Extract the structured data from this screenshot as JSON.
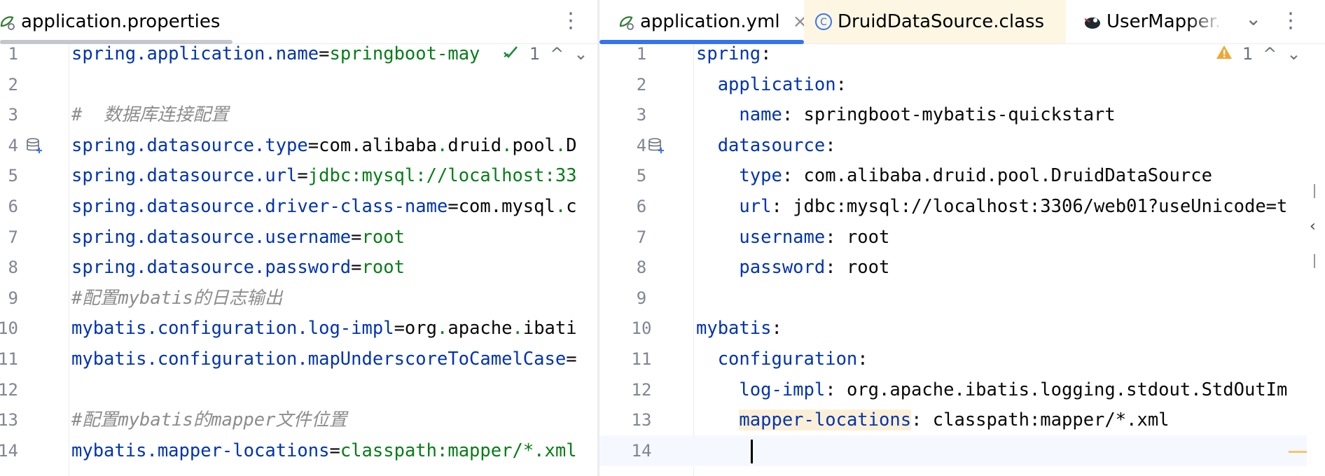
{
  "left": {
    "tab": {
      "label": "application.properties",
      "close": "×"
    },
    "menu": "⋮",
    "inspection": {
      "count": "1",
      "up": "^",
      "down": "⌄"
    },
    "lines": [
      {
        "n": "1",
        "segs": [
          {
            "t": "spring.application.name",
            "c": "k"
          },
          {
            "t": "=",
            "c": "p"
          },
          {
            "t": "springboot-may",
            "c": "v"
          }
        ]
      },
      {
        "n": "2",
        "segs": []
      },
      {
        "n": "3",
        "segs": [
          {
            "t": "#  数据库连接配置",
            "c": "c"
          }
        ]
      },
      {
        "n": "4",
        "segs": [
          {
            "t": "spring.datasource.type",
            "c": "k"
          },
          {
            "t": "=com.alibaba",
            "c": "p"
          },
          {
            "t": ".",
            "c": "v"
          },
          {
            "t": "druid",
            "c": "p"
          },
          {
            "t": ".",
            "c": "v"
          },
          {
            "t": "pool",
            "c": "p"
          },
          {
            "t": ".",
            "c": "v"
          },
          {
            "t": "D",
            "c": "p"
          }
        ]
      },
      {
        "n": "5",
        "segs": [
          {
            "t": "spring.datasource.url",
            "c": "k"
          },
          {
            "t": "=",
            "c": "p"
          },
          {
            "t": "jdbc:mysql://localhost:33",
            "c": "v"
          }
        ]
      },
      {
        "n": "6",
        "segs": [
          {
            "t": "spring.datasource.driver-class-name",
            "c": "k"
          },
          {
            "t": "=com.mysql",
            "c": "p"
          },
          {
            "t": ".",
            "c": "v"
          },
          {
            "t": "c",
            "c": "p"
          }
        ]
      },
      {
        "n": "7",
        "segs": [
          {
            "t": "spring.datasource.username",
            "c": "k"
          },
          {
            "t": "=",
            "c": "p"
          },
          {
            "t": "root",
            "c": "v"
          }
        ]
      },
      {
        "n": "8",
        "segs": [
          {
            "t": "spring.datasource.password",
            "c": "k"
          },
          {
            "t": "=",
            "c": "p"
          },
          {
            "t": "root",
            "c": "v"
          }
        ]
      },
      {
        "n": "9",
        "segs": [
          {
            "t": "#配置mybatis的日志输出",
            "c": "c"
          }
        ]
      },
      {
        "n": "10",
        "segs": [
          {
            "t": "mybatis.configuration.log-impl",
            "c": "k"
          },
          {
            "t": "=org",
            "c": "p"
          },
          {
            "t": ".",
            "c": "v"
          },
          {
            "t": "apache",
            "c": "p"
          },
          {
            "t": ".",
            "c": "v"
          },
          {
            "t": "ibati",
            "c": "p"
          }
        ]
      },
      {
        "n": "11",
        "segs": [
          {
            "t": "mybatis.configuration.mapUnderscoreToCamelCase",
            "c": "k"
          },
          {
            "t": "=",
            "c": "p"
          }
        ]
      },
      {
        "n": "12",
        "segs": []
      },
      {
        "n": "13",
        "segs": [
          {
            "t": "#配置mybatis的mapper文件位置",
            "c": "c"
          }
        ]
      },
      {
        "n": "14",
        "segs": [
          {
            "t": "mybatis.mapper-locations",
            "c": "k"
          },
          {
            "t": "=",
            "c": "p"
          },
          {
            "t": "classpath:mapper/*.xml",
            "c": "v"
          }
        ]
      }
    ]
  },
  "right": {
    "tabs": [
      {
        "label": "application.yml",
        "close": "×"
      },
      {
        "label": "DruidDataSource.class"
      },
      {
        "label": "UserMapper.ja"
      }
    ],
    "menu": "⋮",
    "more": "⌄",
    "inspection": {
      "count": "1",
      "up": "^",
      "down": "⌄"
    },
    "lines": [
      {
        "n": "1",
        "segs": [
          {
            "t": "spring",
            "c": "k"
          },
          {
            "t": ":",
            "c": "p"
          }
        ]
      },
      {
        "n": "2",
        "segs": [
          {
            "t": "  application",
            "c": "k"
          },
          {
            "t": ":",
            "c": "p"
          }
        ]
      },
      {
        "n": "3",
        "segs": [
          {
            "t": "    name",
            "c": "k"
          },
          {
            "t": ": springboot-mybatis-quickstart",
            "c": "p"
          }
        ]
      },
      {
        "n": "4",
        "segs": [
          {
            "t": "  datasource",
            "c": "k"
          },
          {
            "t": ":",
            "c": "p"
          }
        ]
      },
      {
        "n": "5",
        "segs": [
          {
            "t": "    type",
            "c": "k"
          },
          {
            "t": ": com.alibaba.druid.pool.DruidDataSource",
            "c": "p"
          }
        ]
      },
      {
        "n": "6",
        "segs": [
          {
            "t": "    url",
            "c": "k"
          },
          {
            "t": ": jdbc:mysql://localhost:3306/web01?useUnicode=t",
            "c": "p"
          }
        ]
      },
      {
        "n": "7",
        "segs": [
          {
            "t": "    username",
            "c": "k"
          },
          {
            "t": ": root",
            "c": "p"
          }
        ]
      },
      {
        "n": "8",
        "segs": [
          {
            "t": "    password",
            "c": "k"
          },
          {
            "t": ": root",
            "c": "p"
          }
        ]
      },
      {
        "n": "9",
        "segs": []
      },
      {
        "n": "10",
        "segs": [
          {
            "t": "mybatis",
            "c": "k"
          },
          {
            "t": ":",
            "c": "p"
          }
        ]
      },
      {
        "n": "11",
        "segs": [
          {
            "t": "  configuration",
            "c": "k"
          },
          {
            "t": ":",
            "c": "p"
          }
        ]
      },
      {
        "n": "12",
        "segs": [
          {
            "t": "    log-impl",
            "c": "k"
          },
          {
            "t": ": org.apache.ibatis.logging.stdout.StdOutIm",
            "c": "p"
          }
        ]
      },
      {
        "n": "13",
        "segs": [
          {
            "t": "    ",
            "c": "p"
          },
          {
            "t": "mapper-locations",
            "c": "k hl"
          },
          {
            "t": ": classpath:mapper/*.xml",
            "c": "p"
          }
        ]
      },
      {
        "n": "14",
        "segs": []
      }
    ]
  },
  "colors": {
    "keyword": "#0033b3",
    "value": "#067d17",
    "comment": "#8c8c8c",
    "accent": "#3574f0"
  }
}
